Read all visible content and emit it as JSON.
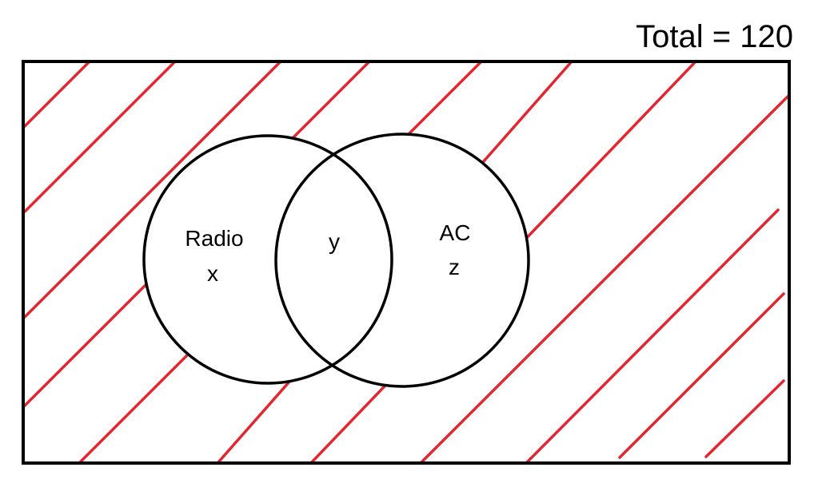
{
  "total_label": "Total = 120",
  "sets": {
    "radio": {
      "name": "Radio",
      "variable": "x"
    },
    "ac": {
      "name": "AC",
      "variable": "z"
    }
  },
  "intersection": {
    "variable": "y"
  },
  "colors": {
    "hatch": "#e3262f",
    "outline": "#000000",
    "background": "#ffffff"
  }
}
